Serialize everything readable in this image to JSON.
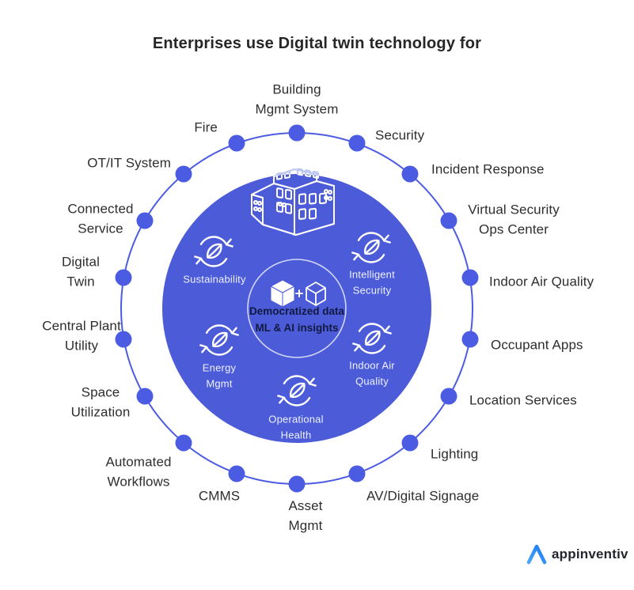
{
  "title": "Enterprises use Digital twin technology for",
  "outer_ring": {
    "items": [
      {
        "label": "Building\nMgmt System"
      },
      {
        "label": "Security"
      },
      {
        "label": "Incident Response"
      },
      {
        "label": "Virtual Security\nOps Center"
      },
      {
        "label": "Indoor Air Quality"
      },
      {
        "label": "Occupant Apps"
      },
      {
        "label": "Location Services"
      },
      {
        "label": "Lighting"
      },
      {
        "label": "AV/Digital Signage"
      },
      {
        "label": "Asset\nMgmt"
      },
      {
        "label": "CMMS"
      },
      {
        "label": "Automated\nWorkflows"
      },
      {
        "label": "Space\nUtilization"
      },
      {
        "label": "Central Plant\nUtility"
      },
      {
        "label": "Digital\nTwin"
      },
      {
        "label": "Connected\nService"
      },
      {
        "label": "OT/IT System"
      },
      {
        "label": "Fire"
      }
    ]
  },
  "inner_circle": {
    "features": [
      {
        "label": "Sustainability",
        "icon": "recycle-leaf-icon"
      },
      {
        "label": "Intelligent\nSecurity",
        "icon": "recycle-leaf-icon"
      },
      {
        "label": "Energy\nMgmt",
        "icon": "recycle-leaf-icon"
      },
      {
        "label": "Indoor Air\nQuality",
        "icon": "recycle-leaf-icon"
      },
      {
        "label": "Operational\nHealth",
        "icon": "recycle-leaf-icon"
      }
    ],
    "building_icon": "building-icon"
  },
  "center": {
    "line1": "Democratized data",
    "line2": "ML & AI insights",
    "icons": [
      "filled-cube-icon",
      "plus-icon",
      "outline-cube-icon"
    ]
  },
  "branding": {
    "logo_text": "appinventiv"
  },
  "colors": {
    "primary_blue": "#4c5ce2",
    "inner_circle_fill": "#4c5bd8",
    "faint_building": "#bcc6f2",
    "label_text": "#2e2e2e",
    "center_text": "#121a40",
    "inner_label_text": "#eef2ff",
    "logo_blue": "#2f8ef5",
    "background": "#ffffff"
  }
}
